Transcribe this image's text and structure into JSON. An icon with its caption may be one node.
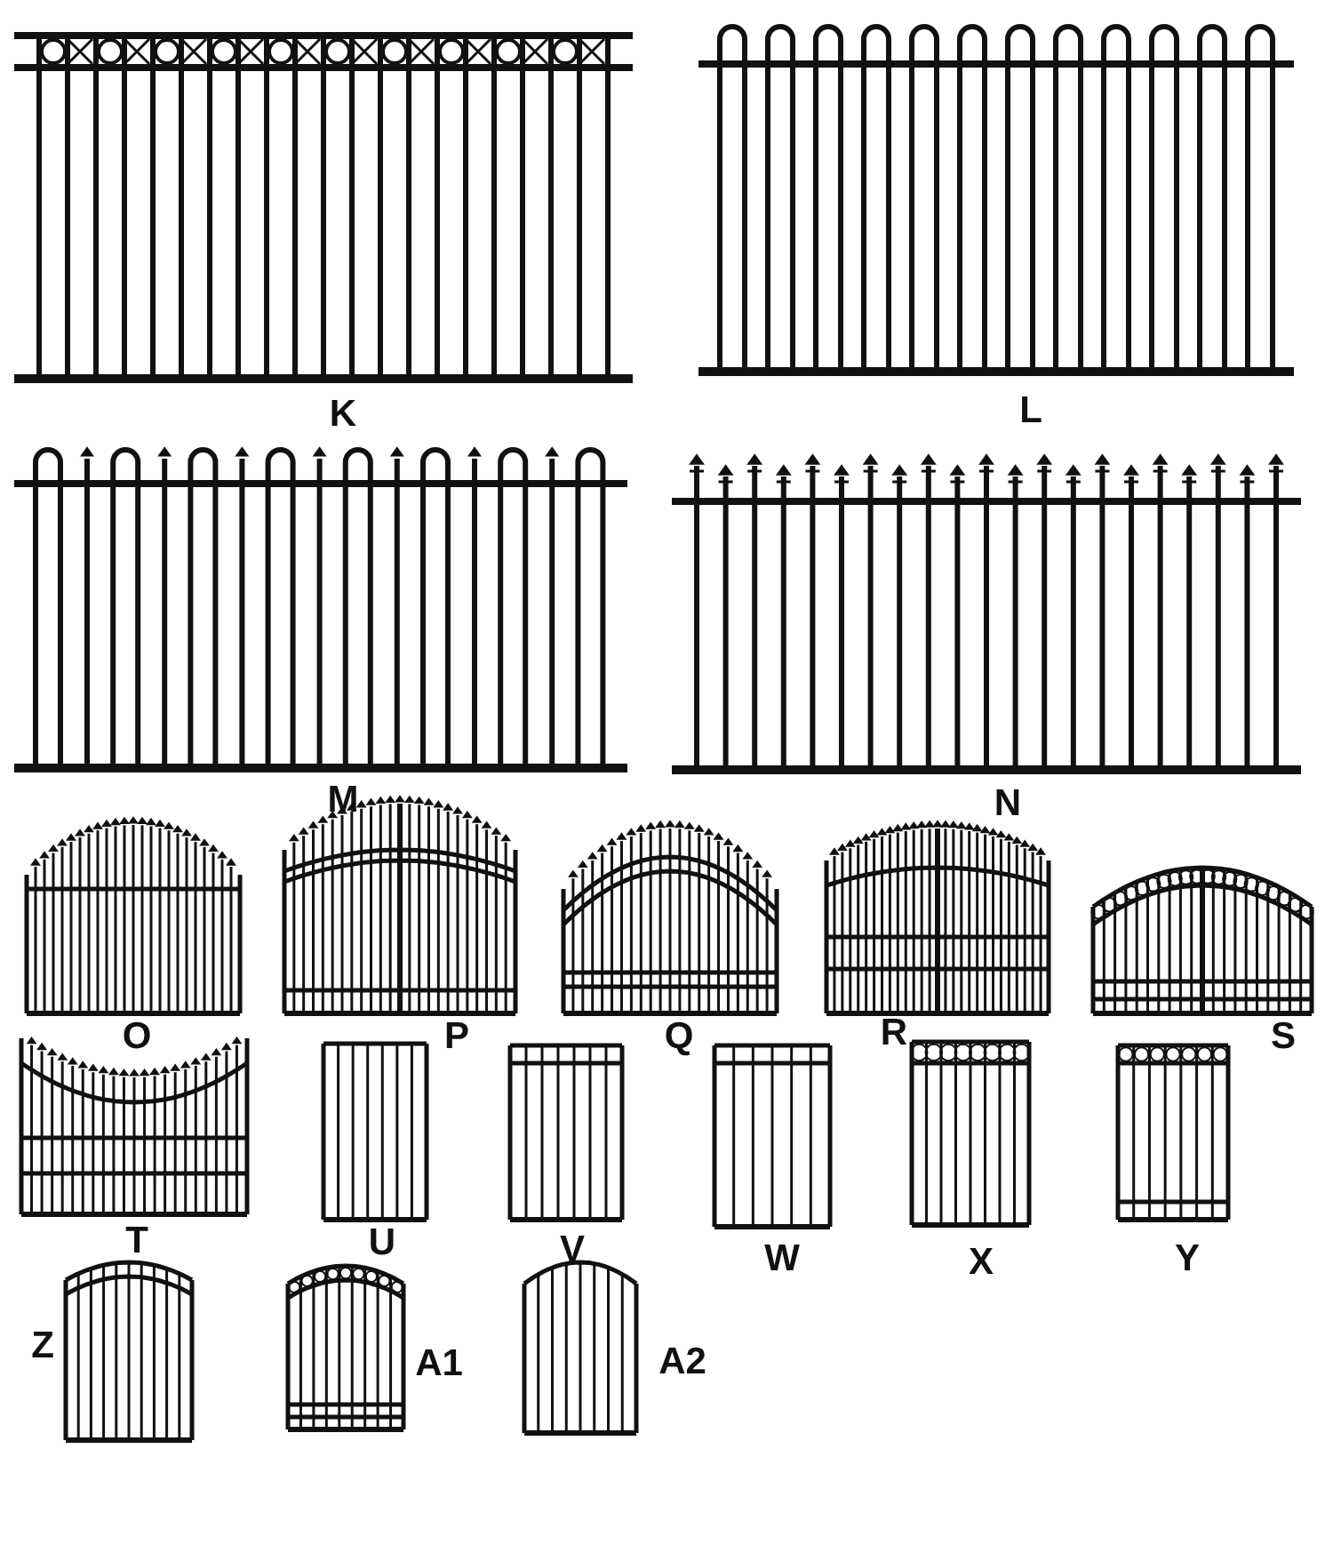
{
  "diagram": {
    "labels": [
      "K",
      "L",
      "M",
      "N",
      "O",
      "P",
      "Q",
      "R",
      "S",
      "T",
      "U",
      "V",
      "W",
      "X",
      "Y",
      "Z",
      "A1",
      "A2"
    ]
  }
}
